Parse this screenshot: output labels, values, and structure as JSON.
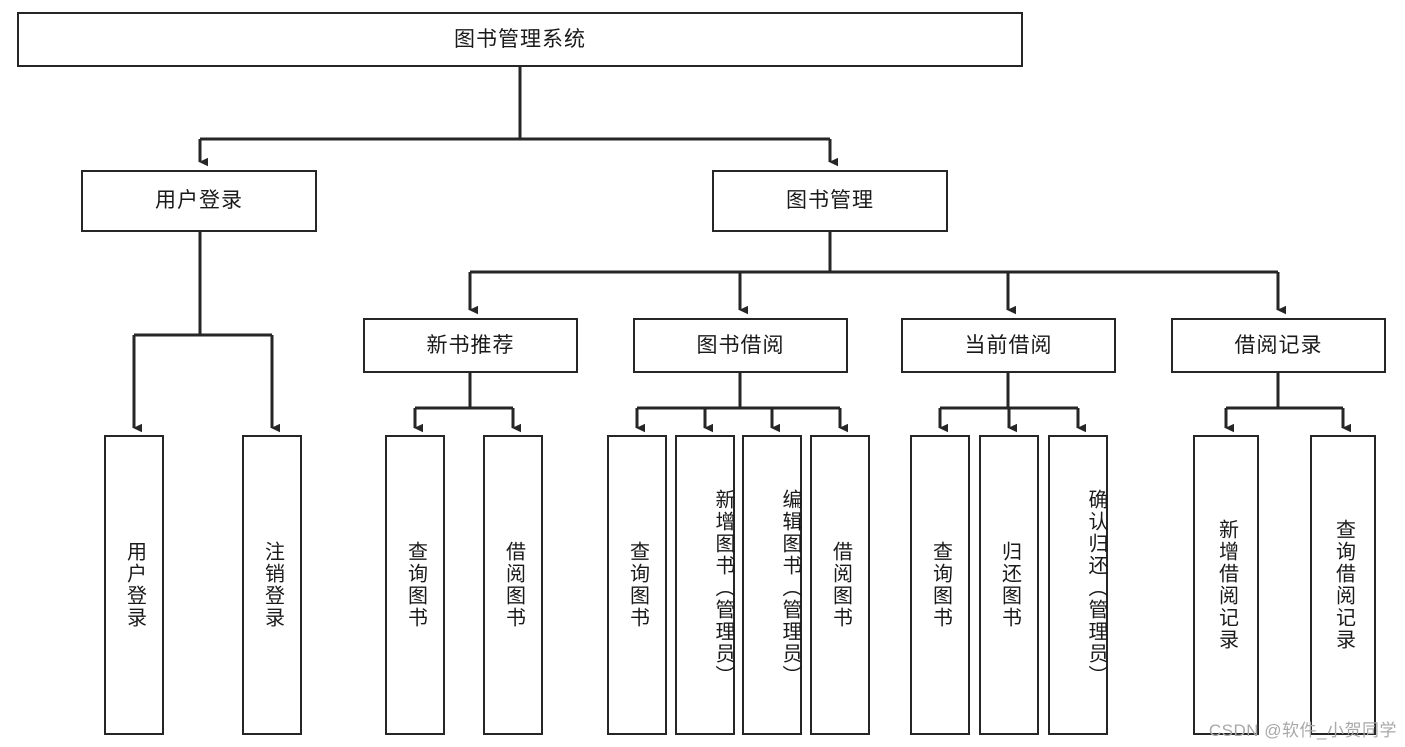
{
  "diagram": {
    "title": "图书管理系统",
    "type": "tree",
    "watermark": "CSDN @软件_小贺同学",
    "colors": {
      "box_border": "#262626",
      "box_fill": "#ffffff",
      "connector": "#262626",
      "text": "#1a1a1a",
      "watermark": "#a8a8a8"
    },
    "root": {
      "label": "图书管理系统"
    },
    "level2": [
      {
        "label": "用户登录"
      },
      {
        "label": "图书管理"
      }
    ],
    "level3": [
      {
        "label": "新书推荐"
      },
      {
        "label": "图书借阅"
      },
      {
        "label": "当前借阅"
      },
      {
        "label": "借阅记录"
      }
    ],
    "leaves": {
      "user_login": [
        {
          "label": "用户登录"
        },
        {
          "label": "注销登录"
        }
      ],
      "new_book": [
        {
          "label": "查询图书"
        },
        {
          "label": "借阅图书"
        }
      ],
      "book_borrow": [
        {
          "label": "查询图书"
        },
        {
          "label": "新增图书（管理员）"
        },
        {
          "label": "编辑图书（管理员）"
        },
        {
          "label": "借阅图书"
        }
      ],
      "current_borrow": [
        {
          "label": "查询图书"
        },
        {
          "label": "归还图书"
        },
        {
          "label": "确认归还（管理员）"
        }
      ],
      "borrow_record": [
        {
          "label": "新增借阅记录"
        },
        {
          "label": "查询借阅记录"
        }
      ]
    }
  }
}
